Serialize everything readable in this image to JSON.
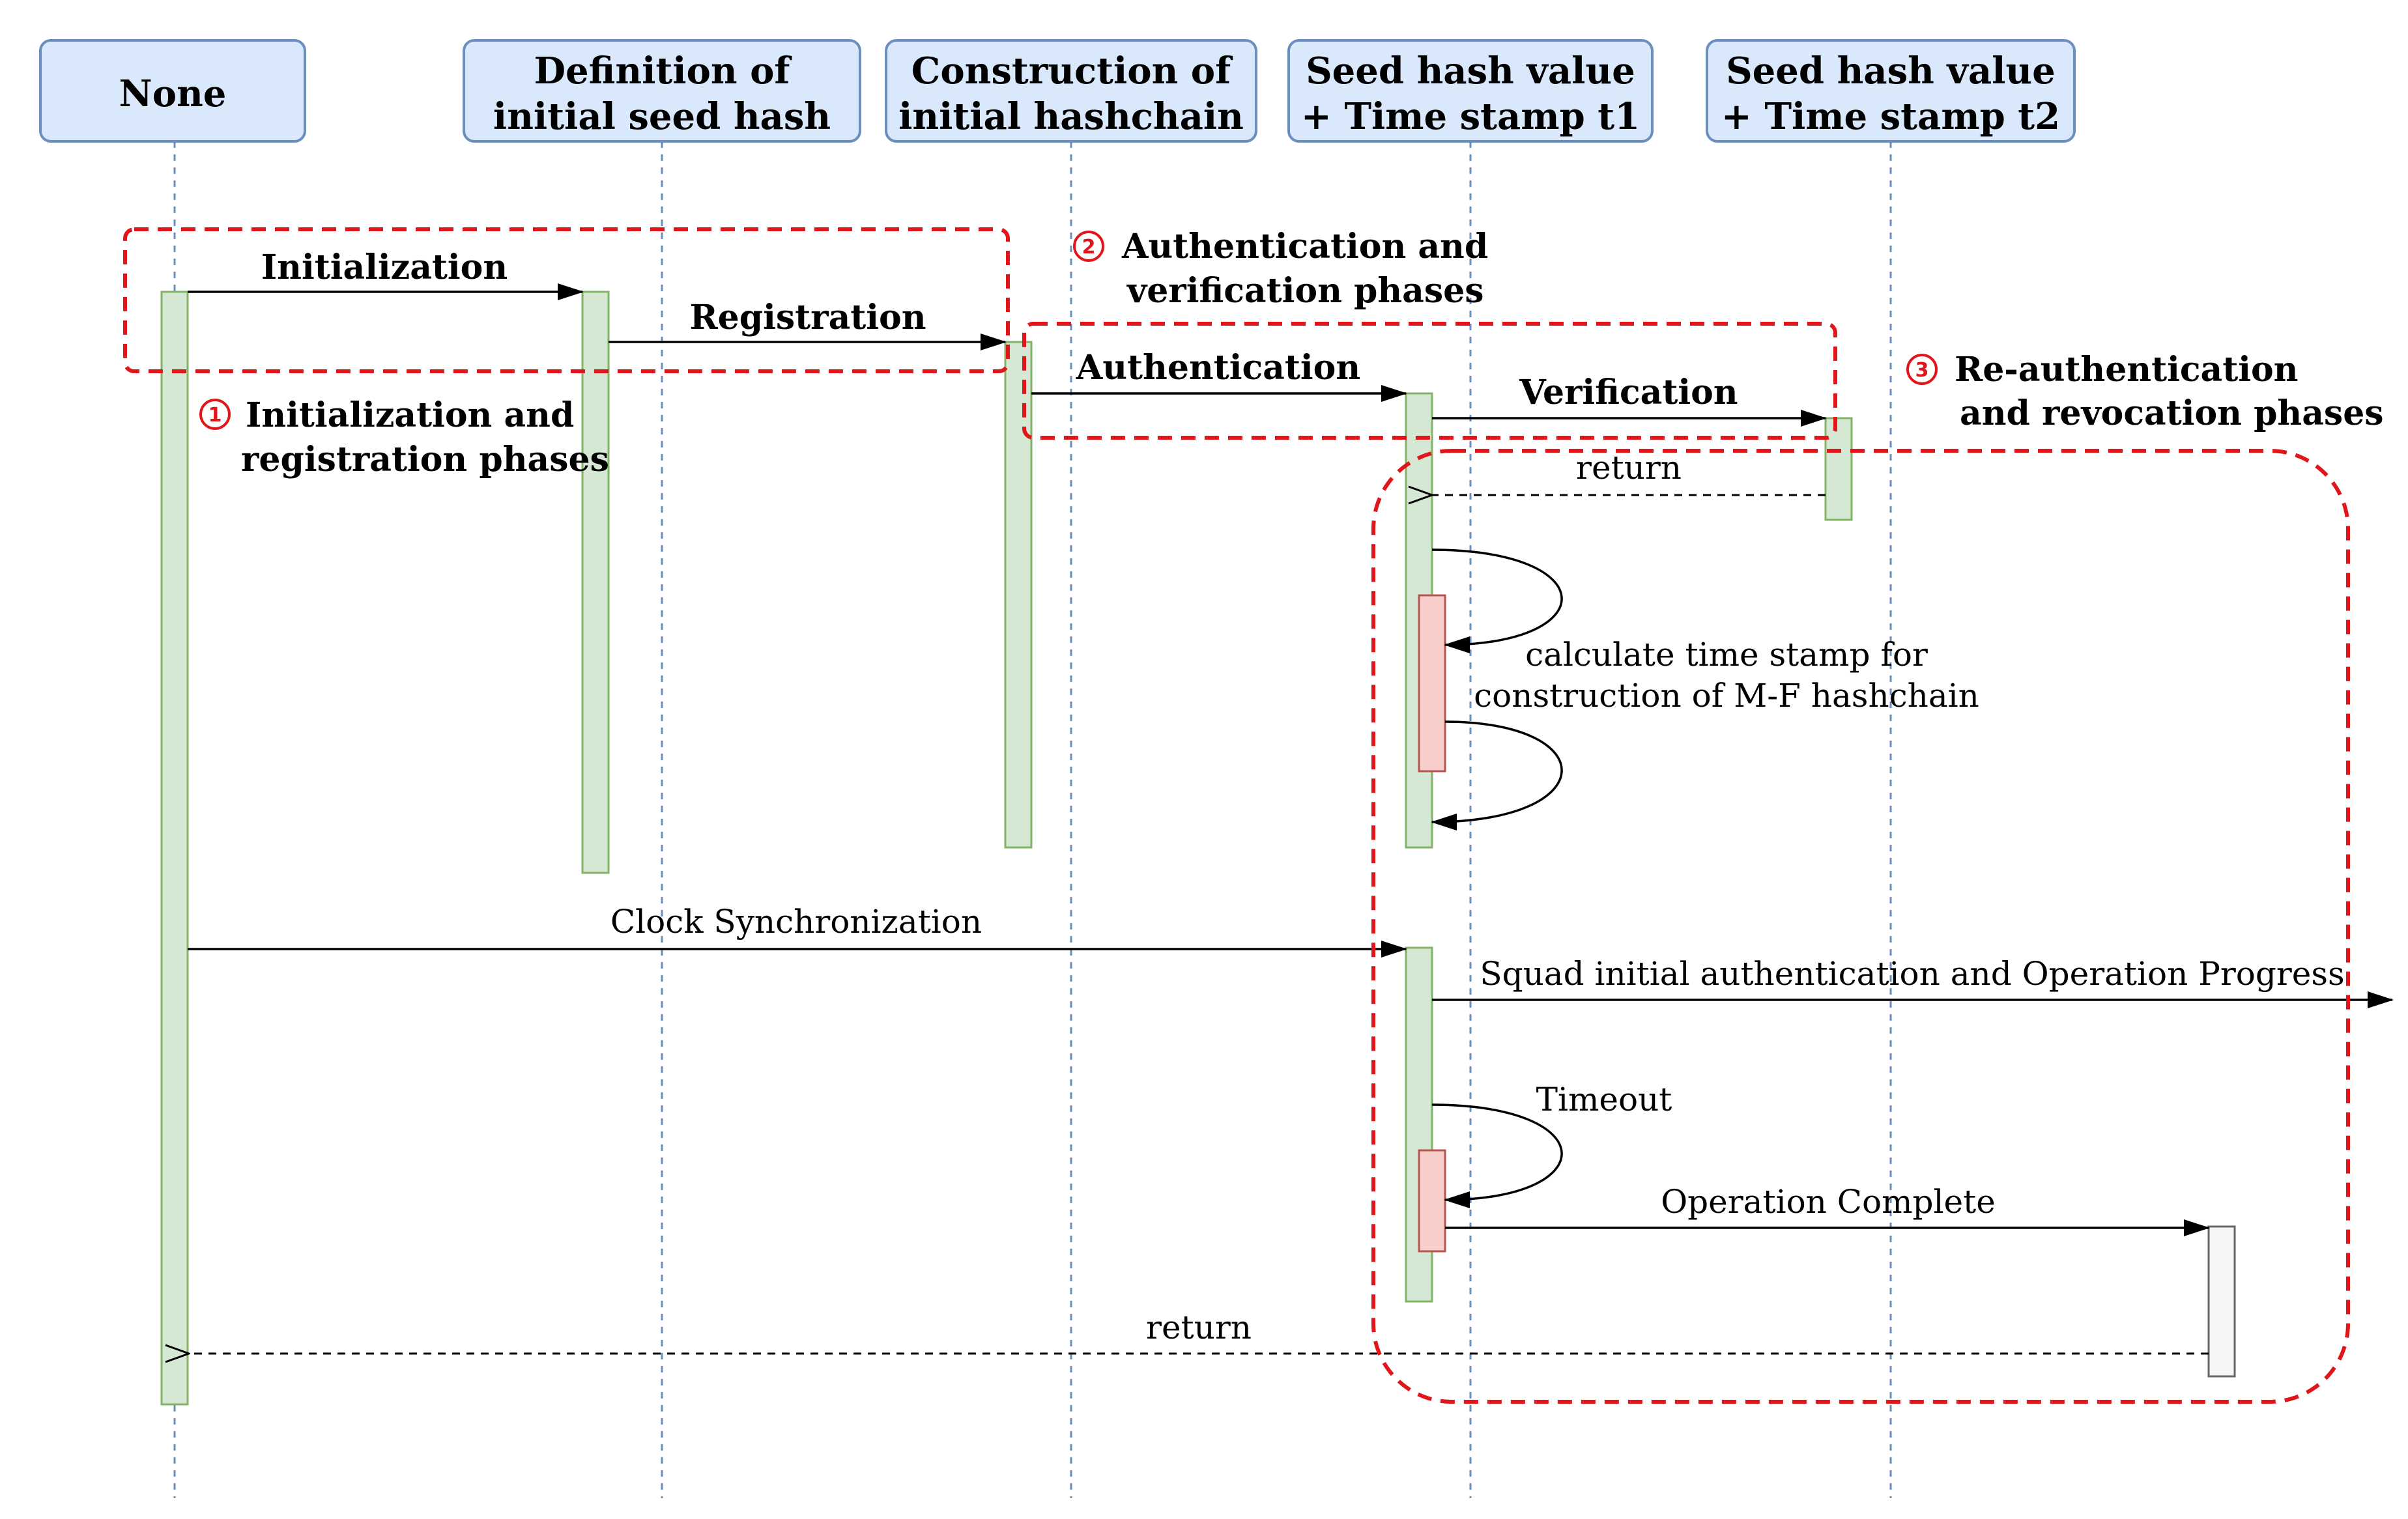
{
  "lifelines": [
    {
      "id": "none",
      "lines": [
        "None"
      ]
    },
    {
      "id": "seed",
      "lines": [
        "Definition of",
        "initial seed hash"
      ]
    },
    {
      "id": "chain",
      "lines": [
        "Construction of",
        "initial hashchain"
      ]
    },
    {
      "id": "t1",
      "lines": [
        "Seed hash value",
        "+ Time stamp t1"
      ]
    },
    {
      "id": "t2",
      "lines": [
        "Seed hash value",
        "+ Time stamp t2"
      ]
    }
  ],
  "messages": {
    "initialization": "Initialization",
    "registration": "Registration",
    "authentication": "Authentication",
    "verification": "Verification",
    "return_t2": "return",
    "calc_line1": "calculate time stamp for",
    "calc_line2": "construction of M-F hashchain",
    "clock_sync": "Clock Synchronization",
    "squad": "Squad initial authentication and Operation Progress",
    "timeout": "Timeout",
    "op_complete": "Operation Complete",
    "return_final": "return"
  },
  "phases": [
    {
      "number": "1",
      "lines": [
        "Initialization and",
        "registration phases"
      ]
    },
    {
      "number": "2",
      "lines": [
        "Authentication and",
        "verification phases"
      ]
    },
    {
      "number": "3",
      "lines": [
        "Re-authentication",
        "and revocation phases"
      ]
    }
  ],
  "colors": {
    "header_fill": "#dae8fc",
    "header_stroke": "#6c8ebf",
    "lifeline": "#6c8ebf",
    "activation_fill": "#d5e8d4",
    "activation_stroke": "#82b366",
    "self_fill": "#f8cecc",
    "self_stroke": "#b85450",
    "phase_box": "#e0161b"
  }
}
